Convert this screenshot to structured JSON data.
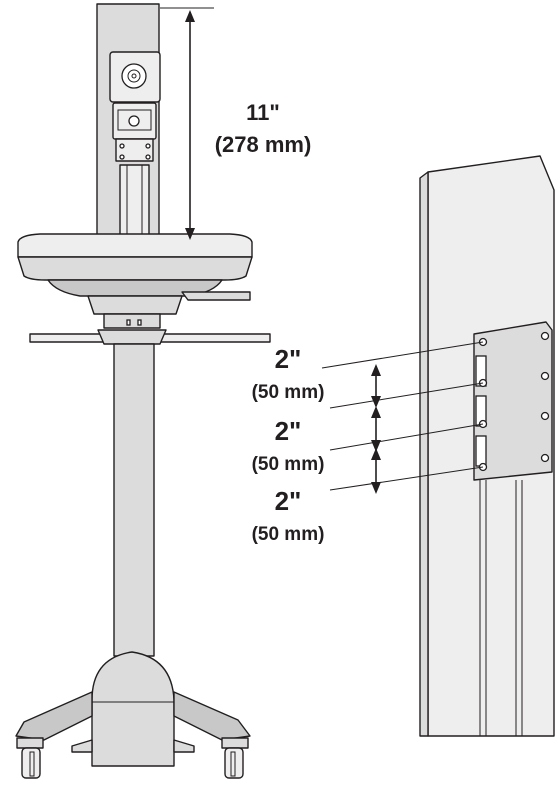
{
  "dimensions": {
    "top_height": {
      "imperial": "11\"",
      "metric": "(278 mm)"
    },
    "spacing": [
      {
        "imperial": "2\"",
        "metric": "(50 mm)"
      },
      {
        "imperial": "2\"",
        "metric": "(50 mm)"
      },
      {
        "imperial": "2\"",
        "metric": "(50 mm)"
      }
    ]
  },
  "colors": {
    "line": "#231f20",
    "fill": "#dcdcdc",
    "background": "#ffffff"
  }
}
